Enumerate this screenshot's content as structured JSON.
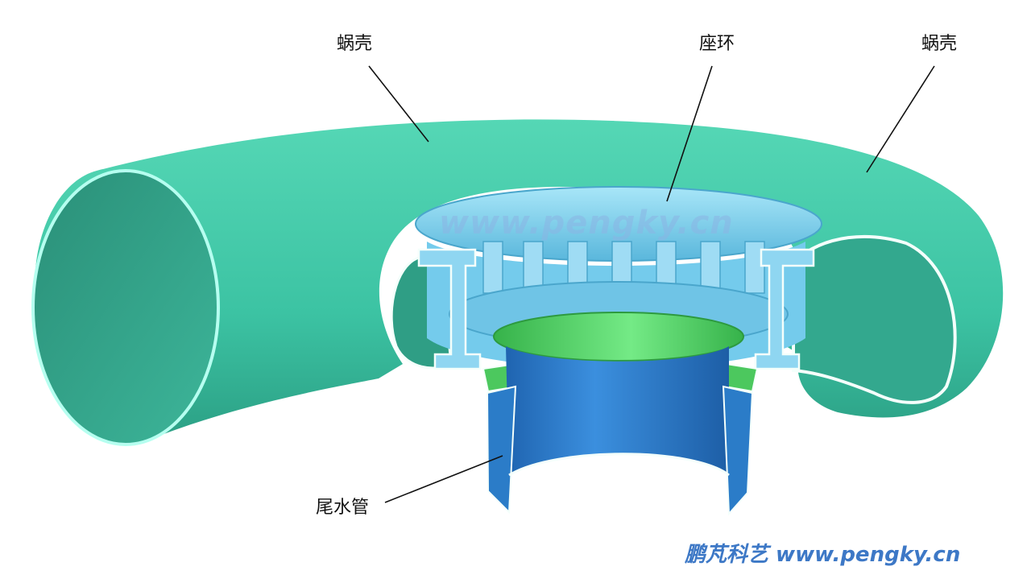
{
  "labels": {
    "scroll_case_left": "蜗壳",
    "stay_ring": "座环",
    "scroll_case_right": "蜗壳",
    "draft_tube": "尾水管"
  },
  "watermark": "www.pengky.cn",
  "footer": {
    "brand": "鹏芃科艺 www.pengky.cn"
  },
  "colors": {
    "scroll_case": "#3ec9a8",
    "stay_ring": "#7dd3f0",
    "draft_tube": "#2f7fcc",
    "discharge_ring": "#5fdc6e",
    "brand": "#3d78c6"
  }
}
